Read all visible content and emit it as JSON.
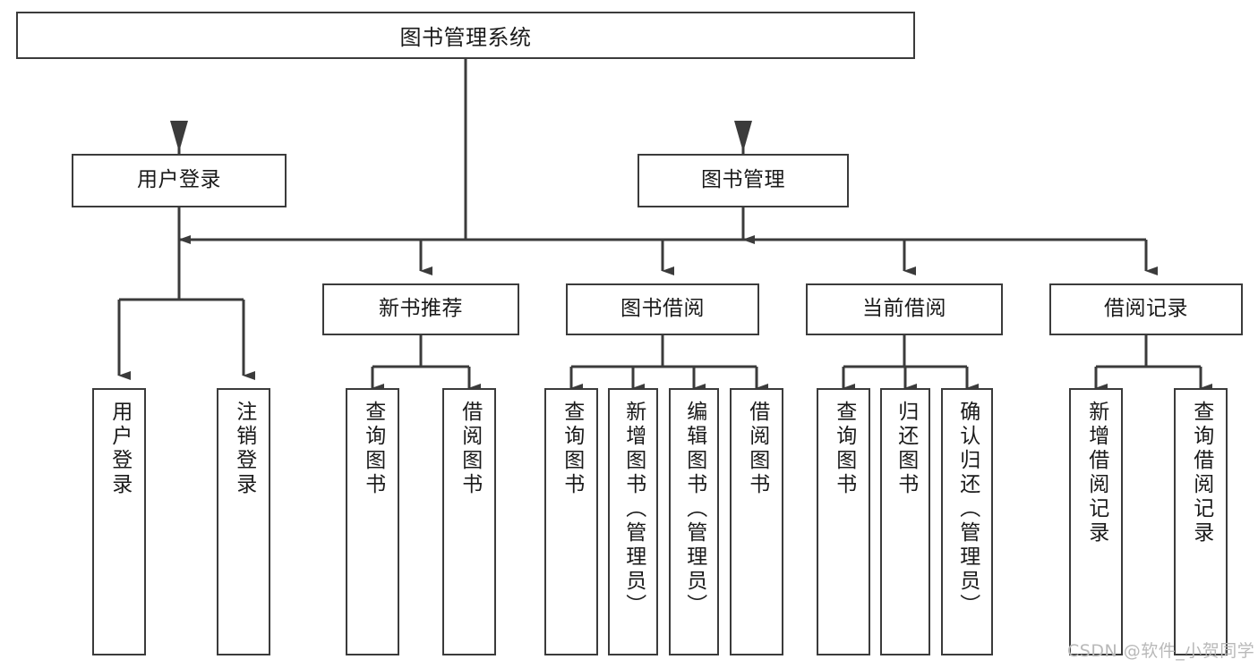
{
  "diagram": {
    "title": "图书管理系统",
    "type": "tree-hierarchy",
    "orientation": "top-down",
    "root": {
      "label": "图书管理系统"
    },
    "level1": [
      {
        "label": "用户登录"
      },
      {
        "label": "图书管理"
      }
    ],
    "level2": [
      {
        "label": "新书推荐"
      },
      {
        "label": "图书借阅"
      },
      {
        "label": "当前借阅"
      },
      {
        "label": "借阅记录"
      }
    ],
    "leaves": {
      "user_login": [
        {
          "label": "用户登录"
        },
        {
          "label": "注销登录"
        }
      ],
      "new_book_recommend": [
        {
          "label": "查询图书"
        },
        {
          "label": "借阅图书"
        }
      ],
      "book_borrow": [
        {
          "label": "查询图书"
        },
        {
          "label": "新增图书（管理员）"
        },
        {
          "label": "编辑图书（管理员）"
        },
        {
          "label": "借阅图书"
        }
      ],
      "current_borrow": [
        {
          "label": "查询图书"
        },
        {
          "label": "归还图书"
        },
        {
          "label": "确认归还（管理员）"
        }
      ],
      "borrow_record": [
        {
          "label": "新增借阅记录"
        },
        {
          "label": "查询借阅记录"
        }
      ]
    }
  },
  "watermark": {
    "text": "CSDN @软件_小贺同学"
  },
  "colors": {
    "stroke": "#3b3b3b",
    "fill": "#ffffff",
    "text": "#1a1a1a",
    "watermark": "#b9b9b9"
  }
}
